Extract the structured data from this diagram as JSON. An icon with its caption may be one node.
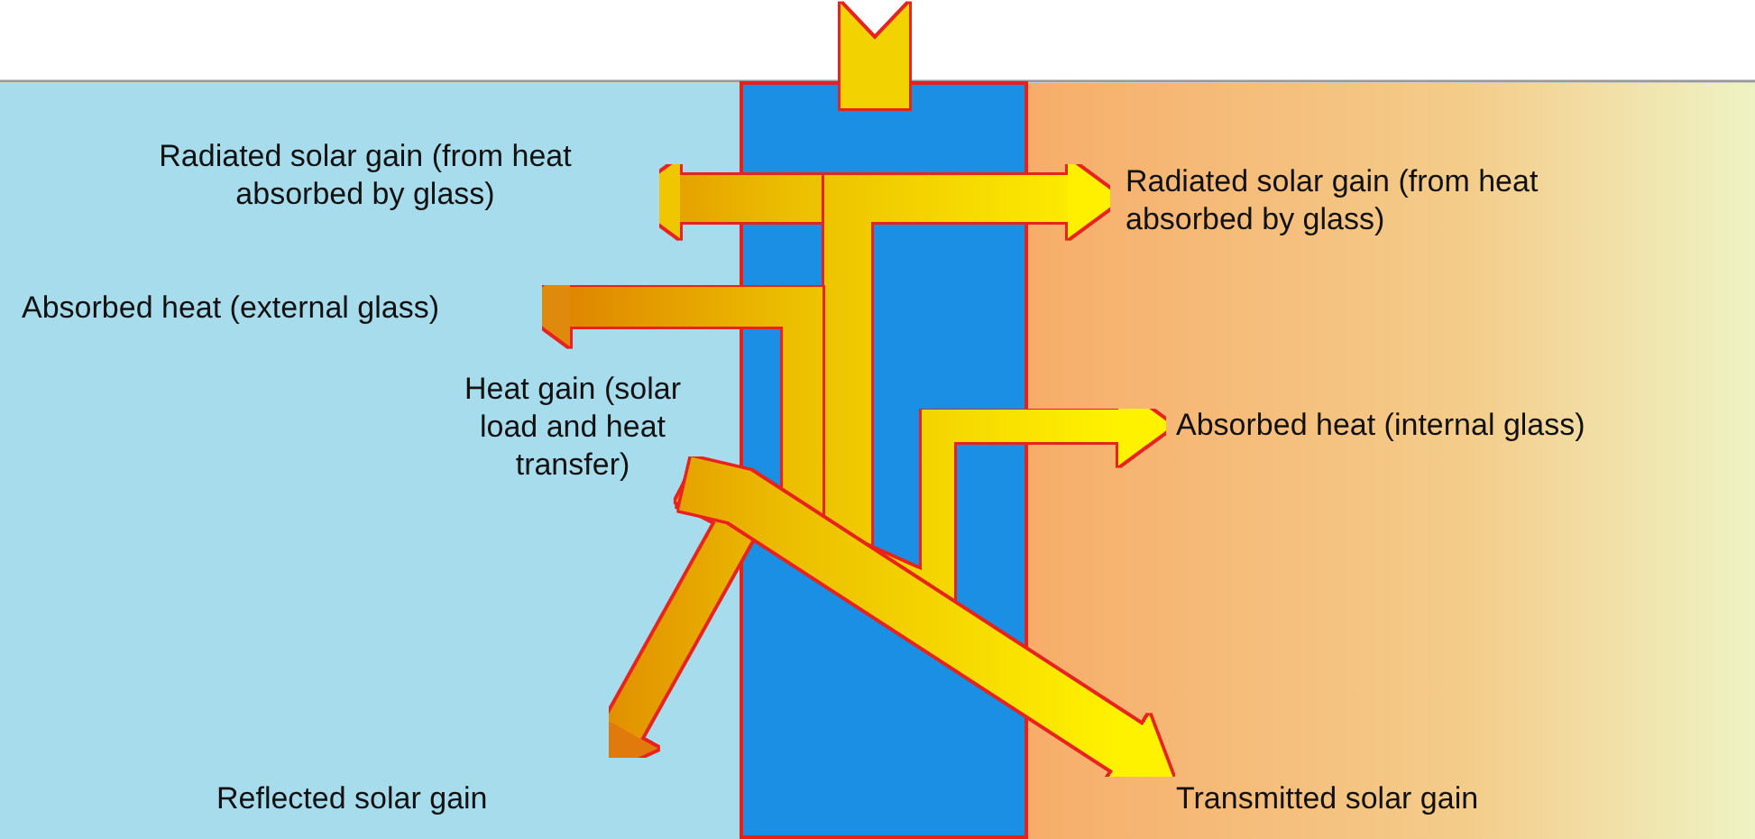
{
  "diagram": {
    "nodes": [
      {
        "text": [
          "Radiated solar gain (from heat absorbed by glass)"
        ]
      },
      {
        "text": [
          "Radiated solar gain (from heat absorbed by glass)"
        ]
      },
      {
        "text": [
          "Absorbed heat (external glass)"
        ]
      },
      {
        "text": [
          "Heat gain (solar load and heat transfer)"
        ]
      },
      {
        "text": [
          "Absorbed heat (internal glass)"
        ]
      },
      {
        "text": [
          "Reflected solar gain"
        ]
      },
      {
        "text": [
          "Transmitted solar gain"
        ]
      }
    ],
    "edges": [
      {
        "from": 3,
        "to": 0,
        "arrow": "to"
      },
      {
        "from": 3,
        "to": 1,
        "arrow": "to"
      },
      {
        "from": 3,
        "to": 2,
        "arrow": "to"
      },
      {
        "from": 3,
        "to": 4,
        "arrow": "to"
      },
      {
        "from": 3,
        "to": 5,
        "arrow": "to"
      },
      {
        "from": 3,
        "to": 6,
        "arrow": "to"
      }
    ]
  }
}
